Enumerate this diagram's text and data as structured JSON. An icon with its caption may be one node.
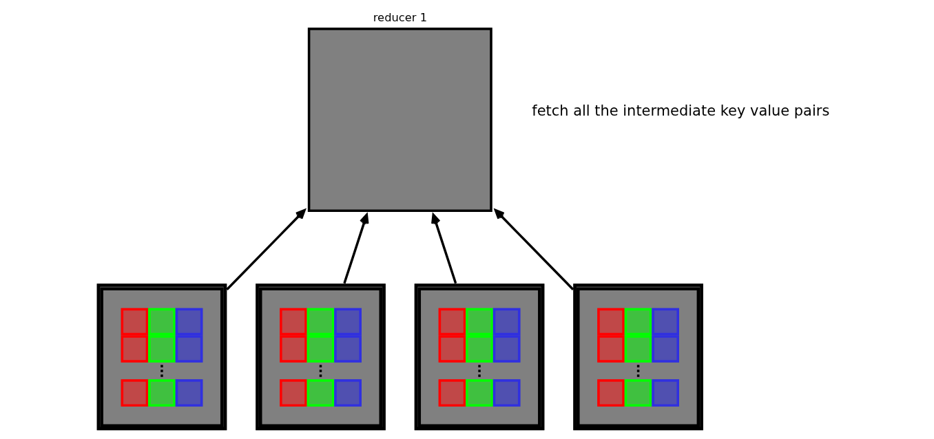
{
  "diagram": {
    "nodes": [
      {
        "text": [
          "reducer 1"
        ]
      },
      {
        "text": [],
        "shape": "box"
      },
      {
        "text": [],
        "shape": "box"
      },
      {
        "text": [],
        "shape": "box"
      },
      {
        "text": [],
        "shape": "box"
      }
    ],
    "edges": [
      {
        "from": 1,
        "to": 0,
        "arrow": "to"
      },
      {
        "from": 2,
        "to": 0,
        "arrow": "to"
      },
      {
        "from": 3,
        "to": 0,
        "arrow": "to"
      },
      {
        "from": 4,
        "to": 0,
        "arrow": "to"
      }
    ],
    "labels": [
      "fetch all the intermediate key value pairs"
    ]
  }
}
